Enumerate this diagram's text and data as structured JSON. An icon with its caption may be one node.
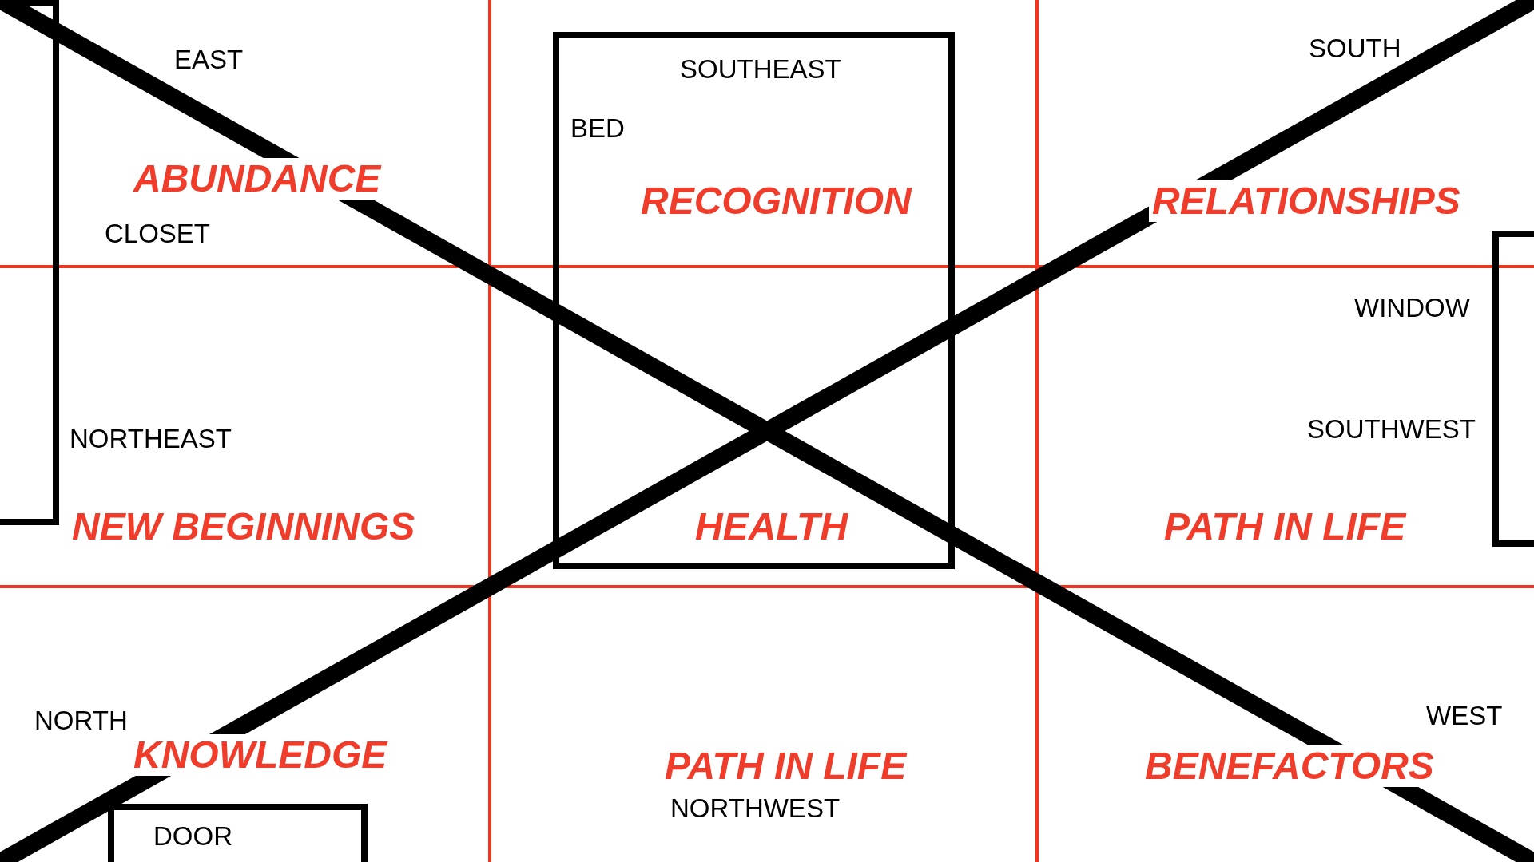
{
  "diagram": {
    "nodes": [
      {
        "text": [
          "BED"
        ]
      },
      {
        "text": [
          "DOOR"
        ]
      }
    ],
    "labels": [
      "EAST",
      "SOUTHEAST",
      "SOUTH",
      "ABUNDANCE",
      "RECOGNITION",
      "RELATIONSHIPS",
      "CLOSET",
      "WINDOW",
      "NORTHEAST",
      "SOUTHWEST",
      "NEW BEGINNINGS",
      "HEALTH",
      "PATH IN LIFE",
      "NORTH",
      "WEST",
      "KNOWLEDGE",
      "PATH IN LIFE",
      "BENEFACTORS",
      "NORTHWEST"
    ]
  }
}
